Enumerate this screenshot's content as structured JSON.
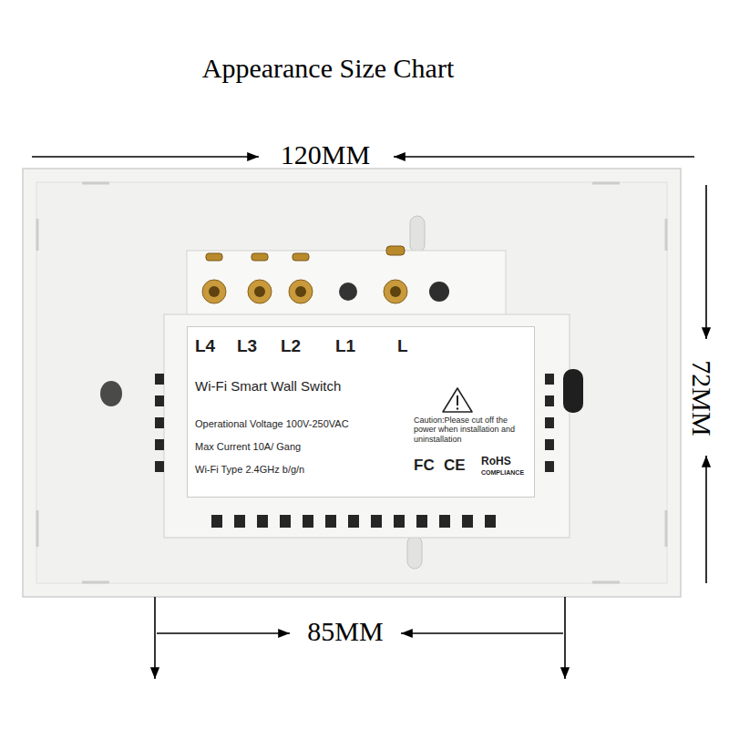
{
  "diagram": {
    "title": "Appearance Size Chart",
    "nodes": [
      {
        "text": [
          "L4",
          "L3",
          "L2",
          "L1",
          "L",
          "Wi-Fi Smart Wall Switch",
          "Operational Voltage 100V-250VAC",
          "Max Current 10A/ Gang",
          "Wi-Fi Type 2.4GHz b/g/n",
          "Caution:Please cut off the power when installation and uninstallation",
          "FC",
          "CE",
          "RoHS",
          "COMPLIANCE"
        ]
      }
    ],
    "labels": [
      "120MM",
      "72MM",
      "85MM"
    ]
  }
}
